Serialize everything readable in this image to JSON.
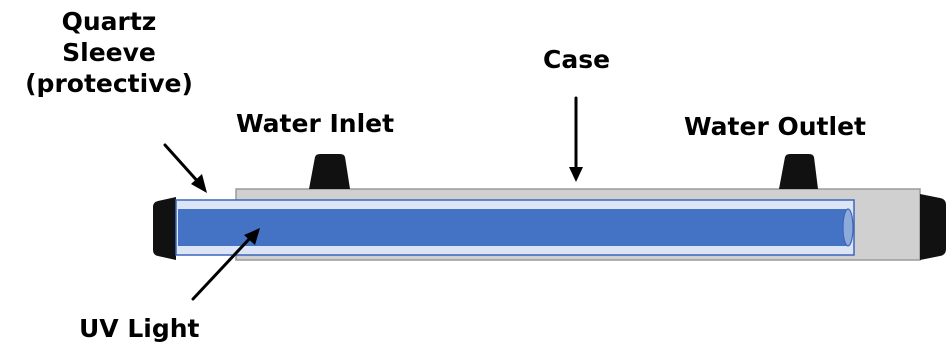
{
  "diagram": {
    "labels": {
      "quartz_sleeve": [
        "Quartz",
        "Sleeve",
        "(protective)"
      ],
      "water_inlet": "Water Inlet",
      "case": "Case",
      "water_outlet": "Water Outlet",
      "uv_light": "UV Light"
    },
    "colors": {
      "case_fill": "#d0d0d0",
      "case_stroke": "#9a9a9a",
      "sleeve_fill": "#dbe5f5",
      "sleeve_stroke": "#3e66b8",
      "uv_light_fill": "#4472c4",
      "end_cap_fill": "#111111",
      "arrow_color": "#000000"
    }
  }
}
